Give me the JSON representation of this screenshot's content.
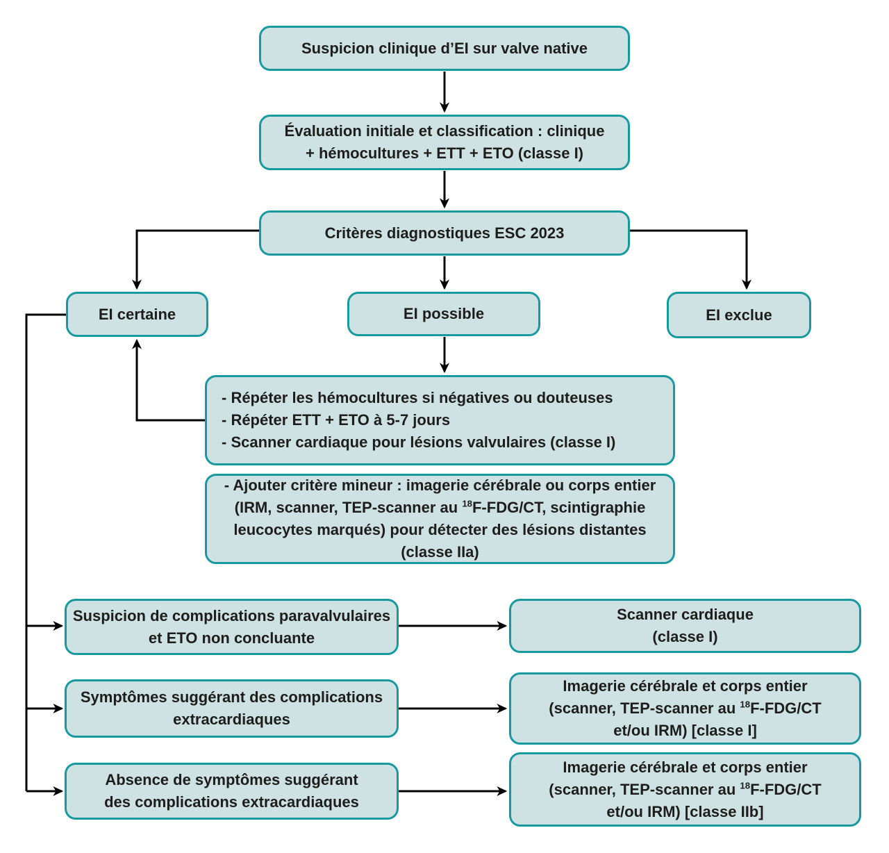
{
  "diagram": {
    "colors": {
      "box_fill": "#cfe2e3",
      "box_border": "#18999e",
      "arrow": "#000000",
      "text": "#1d1d1b",
      "background": "#ffffff"
    },
    "nodes": {
      "suspicion": {
        "label": "Suspicion clinique d’EI sur valve native"
      },
      "evaluation": {
        "lines": [
          "Évaluation initiale et classification : clinique",
          "+ hémocultures + ETT + ETO (classe I)"
        ]
      },
      "criteres": {
        "label": "Critères diagnostiques ESC 2023"
      },
      "ei_certaine": {
        "label": "EI certaine"
      },
      "ei_possible": {
        "label": "EI possible"
      },
      "ei_exclue": {
        "label": "EI exclue"
      },
      "repeter": {
        "lines": [
          "- Répéter les hémocultures si négatives ou douteuses",
          "- Répéter ETT + ETO à 5-7 jours",
          "- Scanner cardiaque pour lésions valvulaires (classe I)"
        ]
      },
      "ajouter": {
        "line1": "- Ajouter critère mineur : imagerie cérébrale ou corps entier",
        "line2_pre": "(IRM, scanner, TEP-scanner au ",
        "line2_sup": "18",
        "line2_post": "F-FDG/CT, scintigraphie",
        "line3": "leucocytes marqués) pour détecter des lésions distantes",
        "line4": "(classe IIa)"
      },
      "row1_left": {
        "lines": [
          "Suspicion de complications paravalvulaires",
          "et ETO non concluante"
        ]
      },
      "row1_right": {
        "lines": [
          "Scanner cardiaque",
          "(classe I)"
        ]
      },
      "row2_left": {
        "lines": [
          "Symptômes suggérant des complications",
          "extracardiaques"
        ]
      },
      "row2_right": {
        "line1": "Imagerie cérébrale et corps entier",
        "line2_pre": "(scanner, TEP-scanner au ",
        "line2_sup": "18",
        "line2_post": "F-FDG/CT",
        "line3": "et/ou IRM) [classe I]"
      },
      "row3_left": {
        "lines": [
          "Absence de symptômes suggérant",
          "des complications extracardiaques"
        ]
      },
      "row3_right": {
        "line1": "Imagerie cérébrale et corps entier",
        "line2_pre": "(scanner, TEP-scanner au ",
        "line2_sup": "18",
        "line2_post": "F-FDG/CT",
        "line3": "et/ou IRM) [classe IIb]"
      }
    },
    "edges": [
      {
        "from": "suspicion",
        "to": "evaluation"
      },
      {
        "from": "evaluation",
        "to": "criteres"
      },
      {
        "from": "criteres",
        "to": "ei_certaine"
      },
      {
        "from": "criteres",
        "to": "ei_possible"
      },
      {
        "from": "criteres",
        "to": "ei_exclue"
      },
      {
        "from": "ei_possible",
        "to": "repeter"
      },
      {
        "from": "repeter",
        "to": "ei_certaine"
      },
      {
        "from": "ei_certaine",
        "to": "row1_left"
      },
      {
        "from": "ei_certaine",
        "to": "row2_left"
      },
      {
        "from": "ei_certaine",
        "to": "row3_left"
      },
      {
        "from": "row1_left",
        "to": "row1_right"
      },
      {
        "from": "row2_left",
        "to": "row2_right"
      },
      {
        "from": "row3_left",
        "to": "row3_right"
      }
    ]
  }
}
